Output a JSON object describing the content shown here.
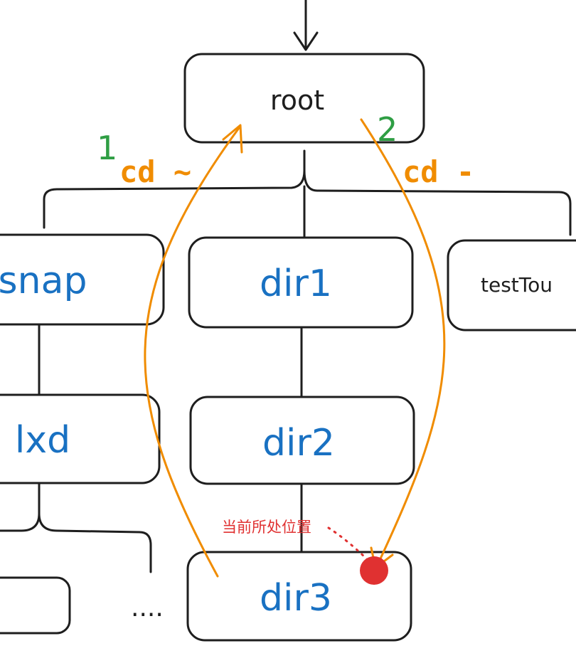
{
  "nodes": {
    "root": "root",
    "snap": "snap",
    "dir1": "dir1",
    "test": "testTou",
    "lxd": "lxd",
    "dir2": "dir2",
    "dir3": "dir3",
    "ellipsis": "...."
  },
  "annotations": {
    "step1_number": "1",
    "step1_command": "cd ~",
    "step2_number": "2",
    "step2_command": "cd -",
    "current_position": "当前所处位置"
  },
  "colors": {
    "node_text": "#1971c2",
    "stroke": "#1e1e1e",
    "arrow": "#f08c00",
    "step_number": "#2f9e44",
    "marker": "#e03131"
  }
}
